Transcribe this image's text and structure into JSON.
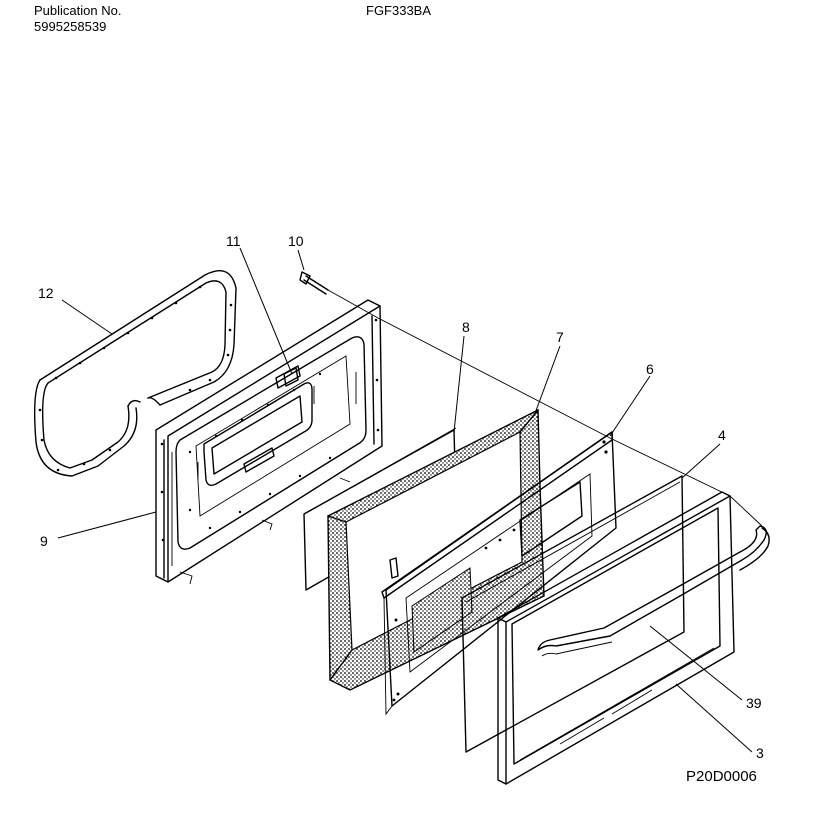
{
  "header": {
    "publication_label": "Publication No.",
    "publication_number": "5995258539",
    "model": "FGF333BA"
  },
  "diagram_id": "P20D0006",
  "callouts": [
    {
      "id": "c12",
      "text": "12"
    },
    {
      "id": "c11",
      "text": "11"
    },
    {
      "id": "c10",
      "text": "10"
    },
    {
      "id": "c9",
      "text": "9"
    },
    {
      "id": "c8",
      "text": "8"
    },
    {
      "id": "c7",
      "text": "7"
    },
    {
      "id": "c6",
      "text": "6"
    },
    {
      "id": "c4",
      "text": "4"
    },
    {
      "id": "c39",
      "text": "39"
    },
    {
      "id": "c3",
      "text": "3"
    }
  ]
}
